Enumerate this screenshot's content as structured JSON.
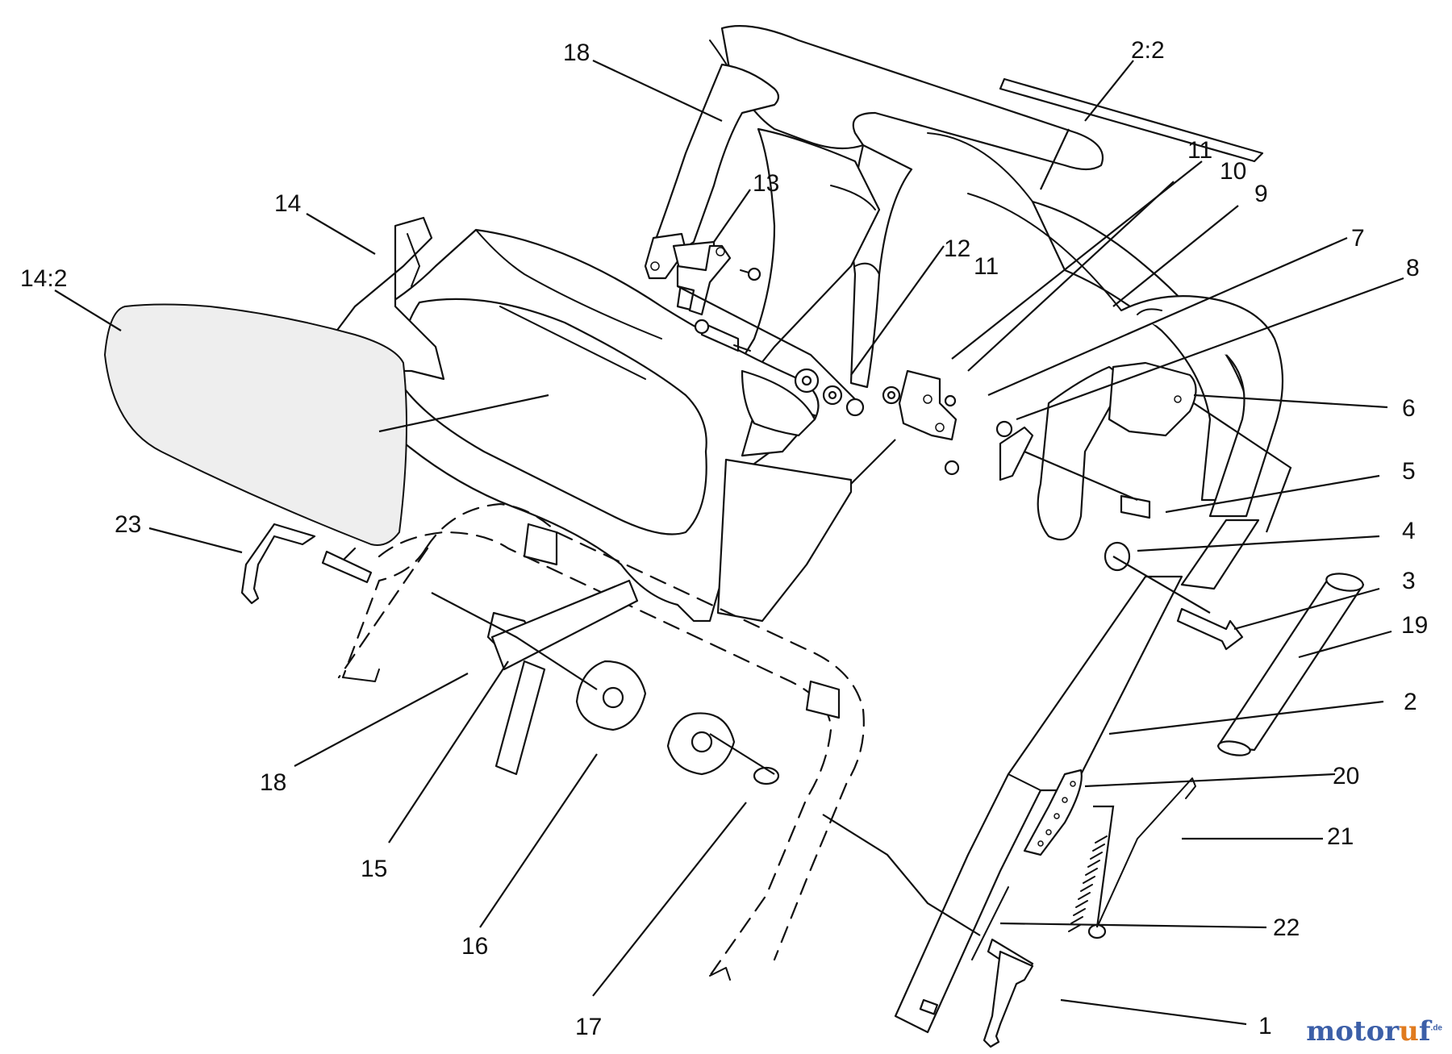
{
  "diagram": {
    "callouts": [
      "1",
      "2",
      "3",
      "4",
      "5",
      "6",
      "7",
      "8",
      "9",
      "10",
      "11",
      "11",
      "12",
      "13",
      "14",
      "14:2",
      "15",
      "16",
      "17",
      "18",
      "18",
      "19",
      "20",
      "21",
      "22",
      "23",
      "2:2"
    ]
  },
  "watermark": {
    "prefix": "motor",
    "accent": "u",
    "suffix": "f",
    "tld": ".de"
  }
}
